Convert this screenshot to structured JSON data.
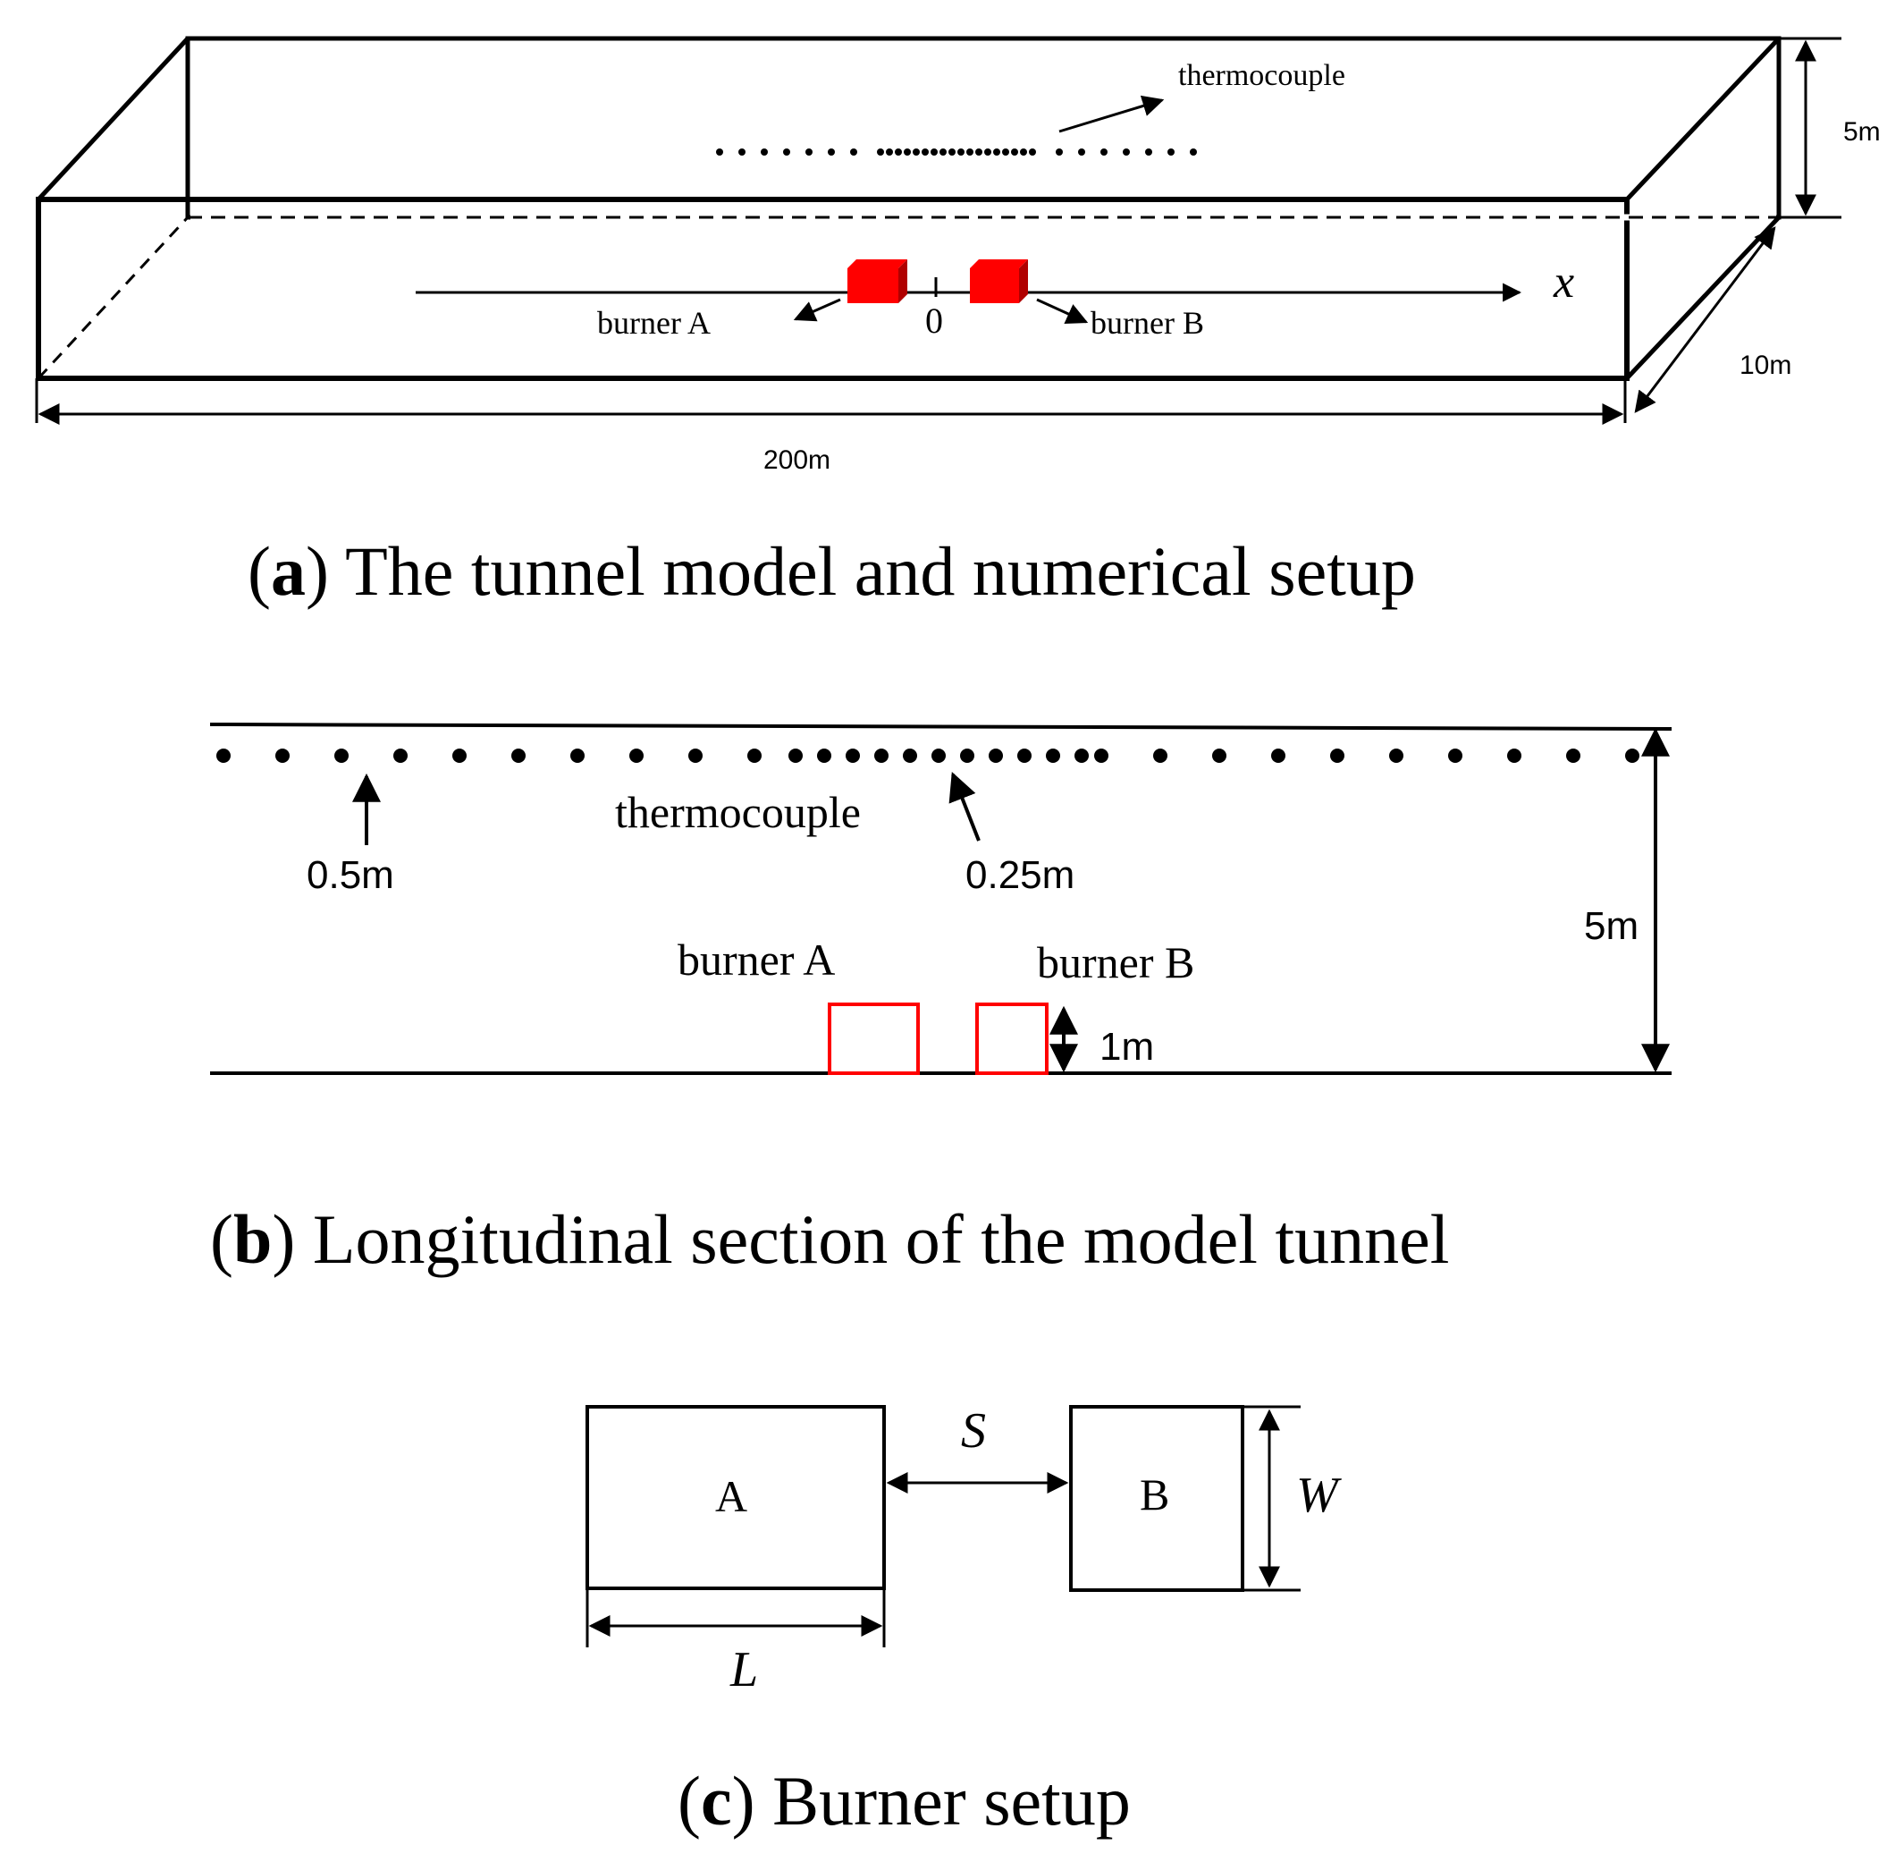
{
  "panel_a": {
    "thermocouple_label": "thermocouple",
    "height_label": "5m",
    "width_label": "10m",
    "length_label": "200m",
    "axis_label": "x",
    "origin_label": "0",
    "burner_a_label": "burner A",
    "burner_b_label": "burner B",
    "caption_letter": "a",
    "caption_text": "The tunnel model and numerical setup"
  },
  "panel_b": {
    "thermocouple_label": "thermocouple",
    "spacing_coarse": "0.5m",
    "spacing_fine": "0.25m",
    "burner_a_label": "burner A",
    "burner_b_label": "burner B",
    "height_label": "5m",
    "burner_height_label": "1m",
    "caption_letter": "b",
    "caption_text": "Longitudinal section of the model tunnel"
  },
  "panel_c": {
    "box_a_label": "A",
    "box_b_label": "B",
    "spacing_label": "S",
    "width_label": "W",
    "length_label": "L",
    "caption_letter": "c",
    "caption_text": "Burner setup"
  },
  "colors": {
    "burner": "#ff0000",
    "line": "#000000"
  }
}
